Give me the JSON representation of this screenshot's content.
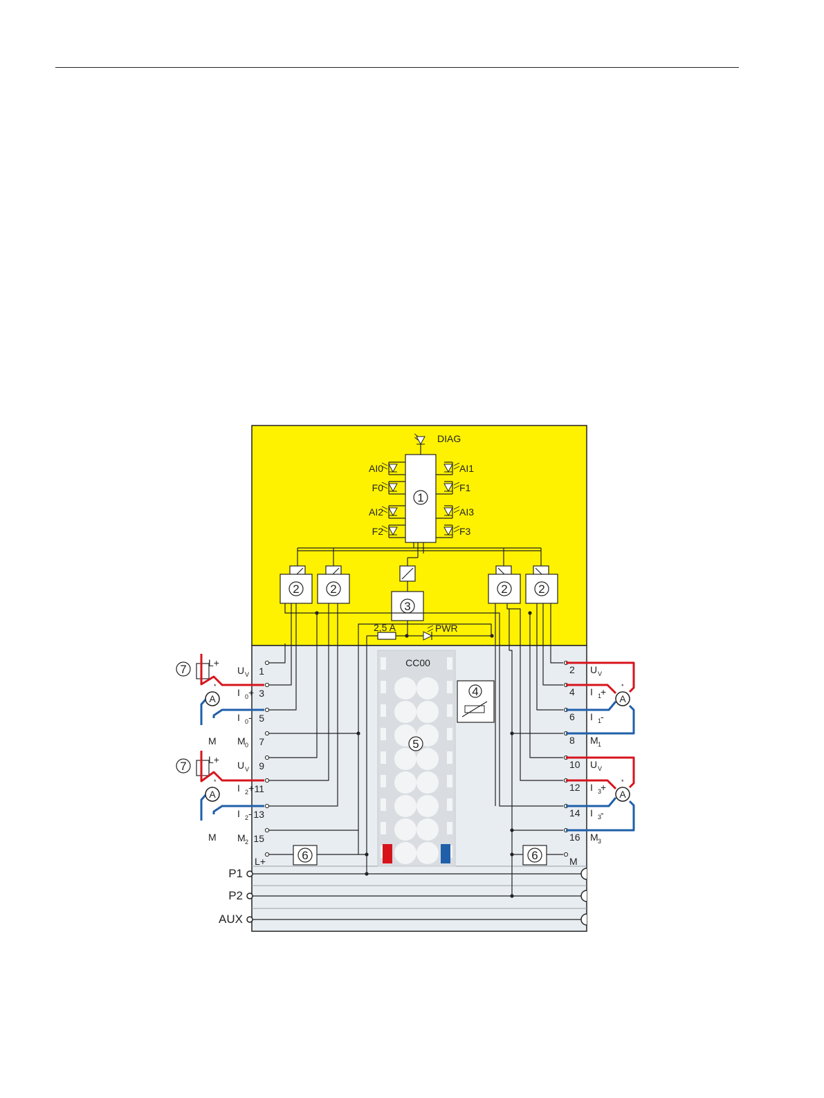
{
  "colors": {
    "module_yellow": "#fff200",
    "terminal_grey": "#e8edf1",
    "wire_red": "#d7141c",
    "wire_blue": "#1f5faa",
    "line": "#222222"
  },
  "diag_label": "DIAG",
  "leds": [
    {
      "name": "AI0",
      "side": "left"
    },
    {
      "name": "F0",
      "side": "left"
    },
    {
      "name": "AI2",
      "side": "left"
    },
    {
      "name": "F2",
      "side": "left"
    },
    {
      "name": "AI1",
      "side": "right"
    },
    {
      "name": "F1",
      "side": "right"
    },
    {
      "name": "AI3",
      "side": "right"
    },
    {
      "name": "F3",
      "side": "right"
    }
  ],
  "callouts": [
    "1",
    "2",
    "3",
    "4",
    "5",
    "6",
    "7"
  ],
  "fuse_label": "2,5 A",
  "pwr_label": "PWR",
  "coding_label": "CC00",
  "terminals_left": [
    {
      "num": "1",
      "sig": "U",
      "sub": "V"
    },
    {
      "num": "3",
      "sig": "I",
      "sub": "0",
      "suffix": "+"
    },
    {
      "num": "5",
      "sig": "I",
      "sub": "0",
      "suffix": "-"
    },
    {
      "num": "7",
      "sig": "M",
      "sub": "0"
    },
    {
      "num": "9",
      "sig": "U",
      "sub": "V"
    },
    {
      "num": "11",
      "sig": "I",
      "sub": "2",
      "suffix": "+"
    },
    {
      "num": "13",
      "sig": "I",
      "sub": "2",
      "suffix": "-"
    },
    {
      "num": "15",
      "sig": "M",
      "sub": "2"
    }
  ],
  "terminals_right": [
    {
      "num": "2",
      "sig": "U",
      "sub": "V"
    },
    {
      "num": "4",
      "sig": "I",
      "sub": "1",
      "suffix": "+"
    },
    {
      "num": "6",
      "sig": "I",
      "sub": "1",
      "suffix": "-"
    },
    {
      "num": "8",
      "sig": "M",
      "sub": "1"
    },
    {
      "num": "10",
      "sig": "U",
      "sub": "V"
    },
    {
      "num": "12",
      "sig": "I",
      "sub": "3",
      "suffix": "+"
    },
    {
      "num": "14",
      "sig": "I",
      "sub": "3",
      "suffix": "-"
    },
    {
      "num": "16",
      "sig": "M",
      "sub": "3"
    }
  ],
  "supply_left": "L+",
  "supply_right": "M",
  "bus_labels": [
    "P1",
    "P2",
    "AUX"
  ],
  "external": {
    "lplus": "L+",
    "minus": "M",
    "ammeter": "A",
    "star": "*"
  }
}
